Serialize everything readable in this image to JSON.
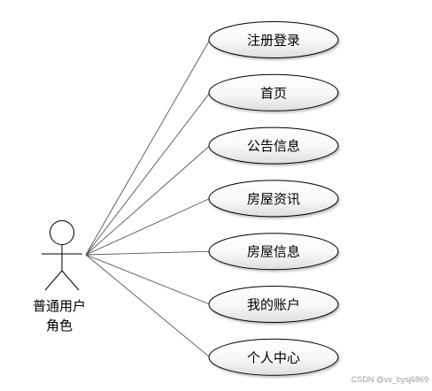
{
  "diagram": {
    "type": "use-case",
    "actor": {
      "label_line1": "普通用户",
      "label_line2": "角色"
    },
    "use_cases": [
      {
        "label": "注册登录"
      },
      {
        "label": "首页"
      },
      {
        "label": "公告信息"
      },
      {
        "label": "房屋资讯"
      },
      {
        "label": "房屋信息"
      },
      {
        "label": "我的账户"
      },
      {
        "label": "个人中心"
      }
    ],
    "colors": {
      "stroke": "#000000",
      "ellipse_fill_top": "#ffffff",
      "ellipse_fill_bottom": "#dedede",
      "line": "#555555"
    }
  },
  "watermark": {
    "text": "CSDN @vx_bysj6869"
  }
}
